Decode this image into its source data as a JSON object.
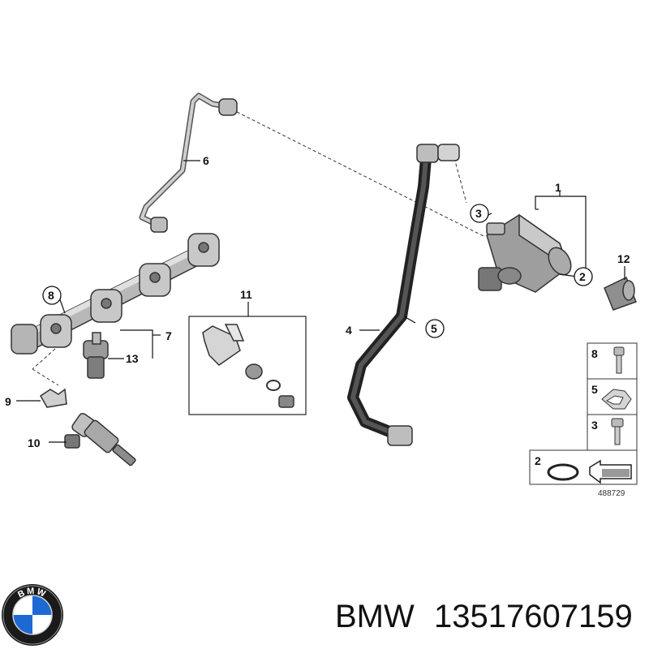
{
  "callouts": {
    "c1": "1",
    "c2": "2",
    "c3": "3",
    "c4": "4",
    "c5": "5",
    "c6": "6",
    "c7": "7",
    "c8": "8",
    "c9": "9",
    "c10": "10",
    "c11": "11",
    "c12": "12",
    "c13": "13"
  },
  "legend": {
    "row8": "8",
    "row5": "5",
    "row3": "3",
    "row2": "2"
  },
  "diagram_id": "488729",
  "footer": {
    "brand": "BMW",
    "part_number": "13517607159"
  },
  "logo": {
    "text": "BMW",
    "colors": {
      "blue": "#1c69d4",
      "white": "#ffffff",
      "ring": "#1a1a1a"
    }
  }
}
